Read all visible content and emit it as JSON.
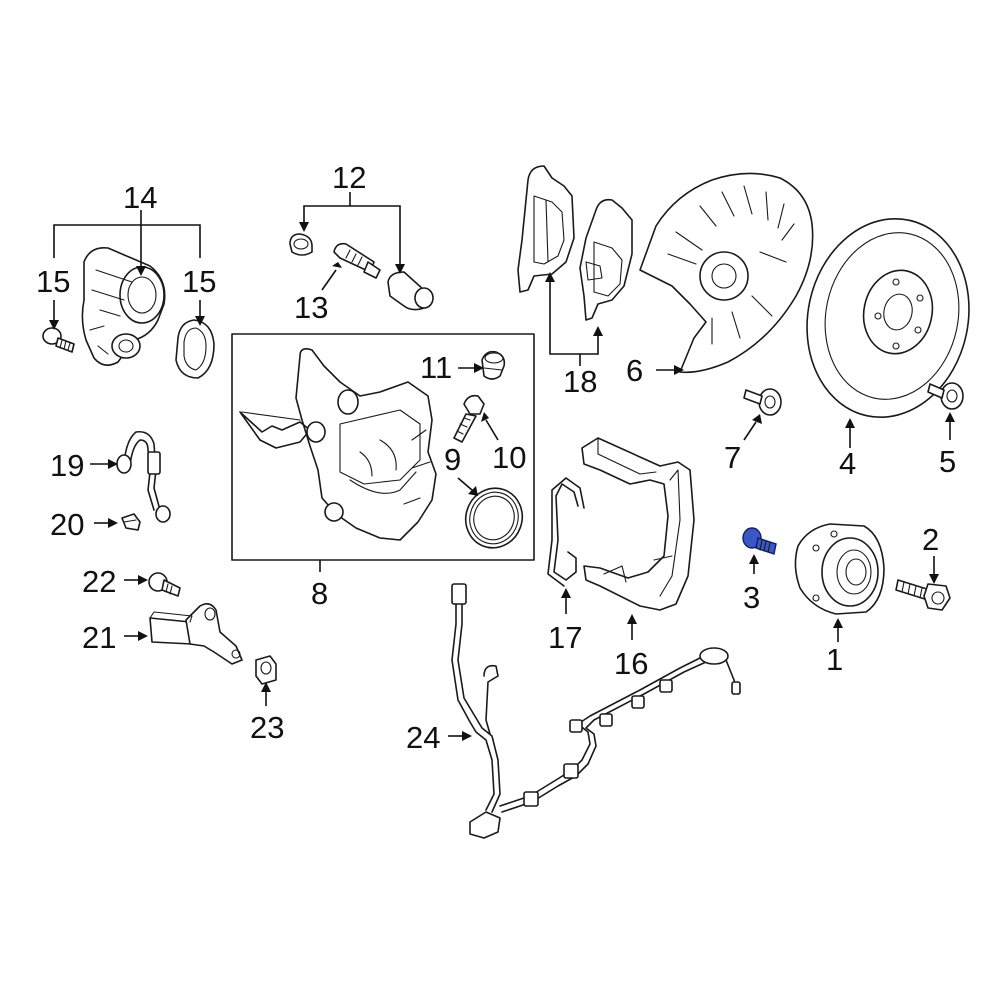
{
  "callouts": {
    "c1": "1",
    "c2": "2",
    "c3": "3",
    "c4": "4",
    "c5": "5",
    "c6": "6",
    "c7": "7",
    "c8": "8",
    "c9": "9",
    "c10": "10",
    "c11": "11",
    "c12": "12",
    "c13": "13",
    "c14": "14",
    "c15a": "15",
    "c15b": "15",
    "c16": "16",
    "c17": "17",
    "c18": "18",
    "c19": "19",
    "c20": "20",
    "c21": "21",
    "c22": "22",
    "c23": "23",
    "c24": "24"
  },
  "colors": {
    "line": "#1a1a1a",
    "highlight": "#3a56c8",
    "background": "#ffffff"
  },
  "highlighted_part": "3"
}
